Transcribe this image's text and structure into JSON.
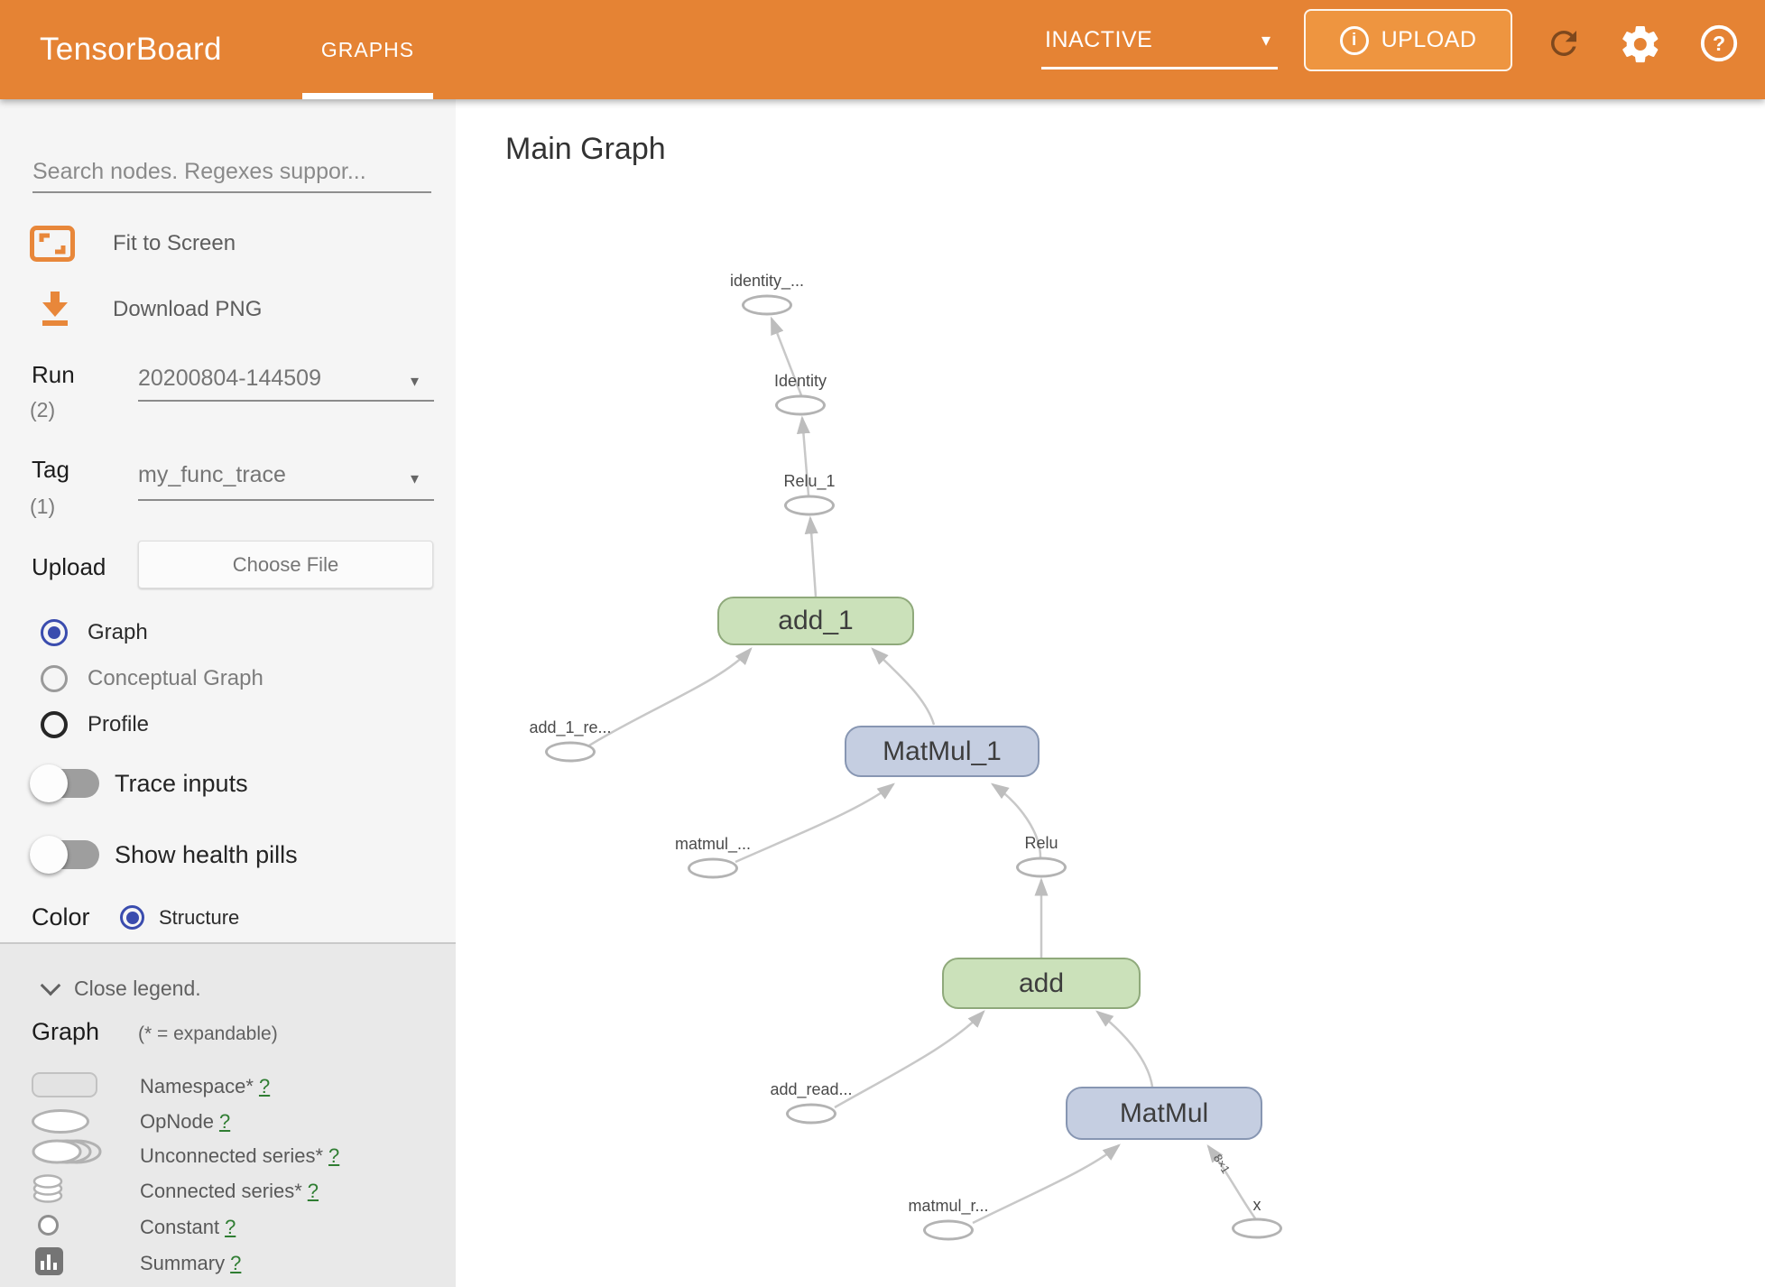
{
  "header": {
    "app_title": "TensorBoard",
    "tab": "GRAPHS",
    "status_dropdown": "INACTIVE",
    "upload_button": "UPLOAD",
    "info_icon_glyph": "i",
    "colors": {
      "header_bg": "#e58334",
      "upload_button_bg": "#ee9540",
      "accent_radio": "#3a4cae"
    }
  },
  "sidebar": {
    "search": {
      "placeholder": "Search nodes. Regexes suppor..."
    },
    "fit_to_screen": "Fit to Screen",
    "download_png": "Download PNG",
    "run": {
      "label": "Run",
      "count": "(2)",
      "value": "20200804-144509"
    },
    "tag": {
      "label": "Tag",
      "count": "(1)",
      "value": "my_func_trace"
    },
    "upload": {
      "label": "Upload",
      "button": "Choose File"
    },
    "view_options": [
      {
        "label": "Graph",
        "selected": true
      },
      {
        "label": "Conceptual Graph",
        "selected": false
      },
      {
        "label": "Profile",
        "selected": false
      }
    ],
    "toggles": [
      {
        "label": "Trace inputs",
        "on": false
      },
      {
        "label": "Show health pills",
        "on": false
      }
    ],
    "color_by": {
      "label": "Color",
      "option": "Structure"
    },
    "legend": {
      "close": "Close legend.",
      "heading": "Graph",
      "heading_note": "(* = expandable)",
      "items": [
        {
          "icon": "namespace-icon",
          "label": "Namespace*",
          "help": "?"
        },
        {
          "icon": "opnode-icon",
          "label": "OpNode",
          "help": "?"
        },
        {
          "icon": "unconnected-series-icon",
          "label": "Unconnected series*",
          "help": "?"
        },
        {
          "icon": "connected-series-icon",
          "label": "Connected series*",
          "help": "?"
        },
        {
          "icon": "constant-icon",
          "label": "Constant",
          "help": "?"
        },
        {
          "icon": "summary-icon",
          "label": "Summary",
          "help": "?"
        }
      ]
    }
  },
  "main": {
    "title": "Main Graph",
    "graph": {
      "nodes": [
        {
          "label": "identity_...",
          "type": "ellipse"
        },
        {
          "label": "Identity",
          "type": "ellipse"
        },
        {
          "label": "Relu_1",
          "type": "ellipse"
        },
        {
          "label": "add_1",
          "type": "op-green"
        },
        {
          "label": "add_1_re...",
          "type": "ellipse"
        },
        {
          "label": "MatMul_1",
          "type": "op-blue"
        },
        {
          "label": "matmul_...",
          "type": "ellipse"
        },
        {
          "label": "Relu",
          "type": "ellipse"
        },
        {
          "label": "add",
          "type": "op-green"
        },
        {
          "label": "add_read...",
          "type": "ellipse"
        },
        {
          "label": "MatMul",
          "type": "op-blue"
        },
        {
          "label": "matmul_r...",
          "type": "ellipse"
        },
        {
          "label": "x",
          "type": "ellipse"
        }
      ],
      "edge_shape_label": "8×1"
    }
  }
}
